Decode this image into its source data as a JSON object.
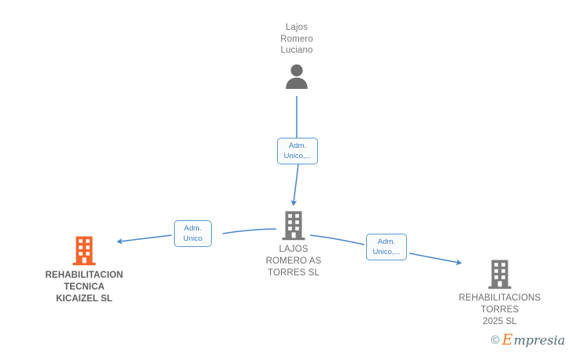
{
  "diagram": {
    "type": "corporate-relationship-graph",
    "background_color": "#ffffff",
    "edge_color": "#4a86c8",
    "person_icon_color": "#6e6e6e",
    "company_icon_color": "#7d7d7d",
    "highlight_icon_color": "#f4652a",
    "nodes": {
      "person": {
        "name": "Lajos\nRomero\nLuciano",
        "icon": "person-icon"
      },
      "center_company": {
        "name": "LAJOS\nROMERO AS\nTORRES  SL",
        "icon": "building-icon"
      },
      "left_company": {
        "name": "REHABILITACION\nTECNICA\nKICAIZEL  SL",
        "icon": "building-icon"
      },
      "right_company": {
        "name": "REHABILITACIONS\nTORRES\n2025  SL",
        "icon": "building-icon"
      }
    },
    "edges": [
      {
        "id": "person-to-center",
        "label": "Adm.\nUnico,..."
      },
      {
        "id": "center-to-left",
        "label": "Adm.\nUnico"
      },
      {
        "id": "center-to-right",
        "label": "Adm.\nUnico,..."
      }
    ]
  },
  "watermark": {
    "copyright": "©",
    "brand_first": "E",
    "brand_rest": "mpresia"
  }
}
